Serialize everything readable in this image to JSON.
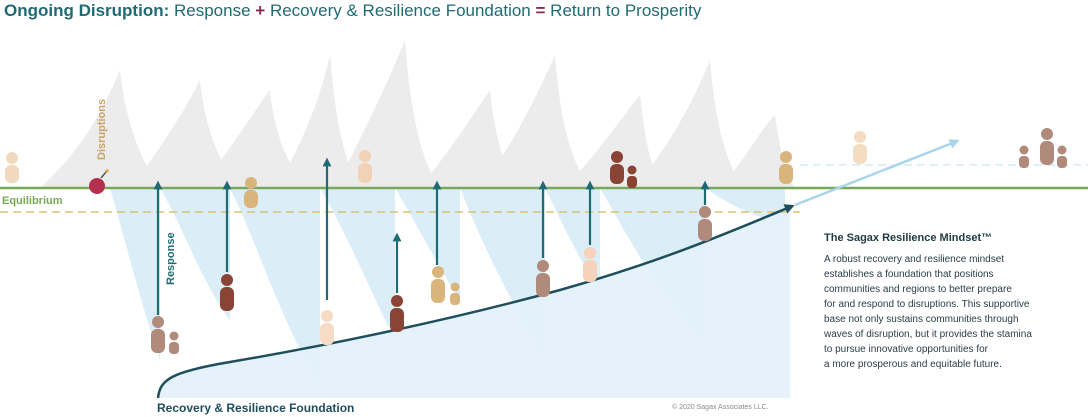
{
  "title": {
    "part1": "Ongoing Disruption:",
    "part2": "Response",
    "plus": "+",
    "part3": "Recovery & Resilience Foundation",
    "equals": "=",
    "part4": "Return to Prosperity"
  },
  "labels": {
    "equilibrium": "Equilibrium",
    "disruptions": "Disruptions",
    "response": "Response",
    "foundation": "Recovery & Resilience Foundation",
    "copyright": "© 2020 Sagax Associates LLC."
  },
  "mindset": {
    "heading": "The Sagax Resilience Mindset™",
    "body": "A robust recovery and resilience mindset\nestablishes a foundation that positions\ncommunities and regions to better prepare\nfor and respond to disruptions. This supportive\nbase not only sustains communities through\nwaves of disruption, but it provides the stamina\nto pursue innovative opportunities for\na more prosperous and equitable future."
  },
  "colors": {
    "teal": "#1f6b73",
    "accent": "#8c2a4d",
    "equilibrium": "#79a85a",
    "disruption_peaks": "#ececec",
    "troughs": "#dbeef7",
    "bomb": "#b5304f"
  }
}
